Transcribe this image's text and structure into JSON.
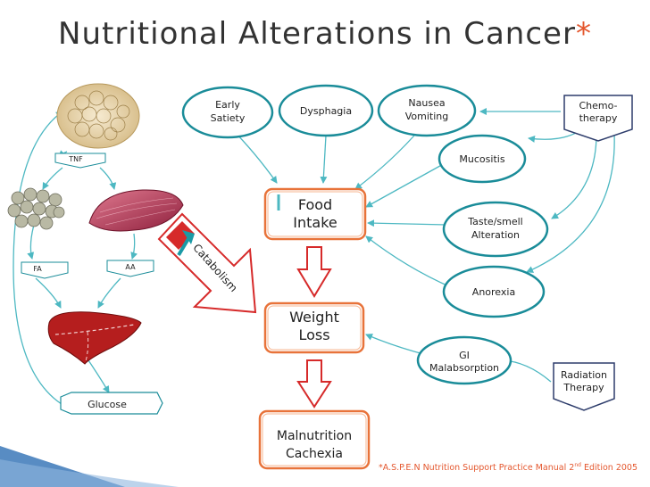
{
  "title": "Nutritional Alterations in Cancer",
  "title_marker": "*",
  "nodes": {
    "early_satiety": [
      "Early",
      "Satiety"
    ],
    "dysphagia": "Dysphagia",
    "nausea_vomiting": [
      "Nausea",
      "Vomiting"
    ],
    "chemotherapy": [
      "Chemo-",
      "therapy"
    ],
    "mucositis": "Mucositis",
    "taste_smell": [
      "Taste/smell",
      "Alteration"
    ],
    "anorexia": "Anorexia",
    "gi_malabsorption": [
      "GI",
      "Malabsorption"
    ],
    "radiation_therapy": [
      "Radiation",
      "Therapy"
    ],
    "food_intake": [
      "Food",
      "Intake"
    ],
    "weight_loss": [
      "Weight",
      "Loss"
    ],
    "malnutrition_cachexia": [
      "Malnutrition",
      "Cachexia"
    ],
    "tnf": "TNF",
    "fa": "FA",
    "aa": "AA",
    "glucose": "Glucose",
    "catabolism": "Catabolism"
  },
  "footnote": {
    "marker": "*",
    "pre": "A.S.P.E.N Nutrition Support Practice Manual 2",
    "sup": "nd",
    "post": " Edition 2005"
  },
  "colors": {
    "oval_border": "#1a8c99",
    "arrow": "#4db8c2",
    "box_border": "#e8733a",
    "red_arrow": "#d62a2a",
    "accent": "#e4572e",
    "tissue_muscle": "#c23a5c",
    "liver": "#b51e1e"
  }
}
